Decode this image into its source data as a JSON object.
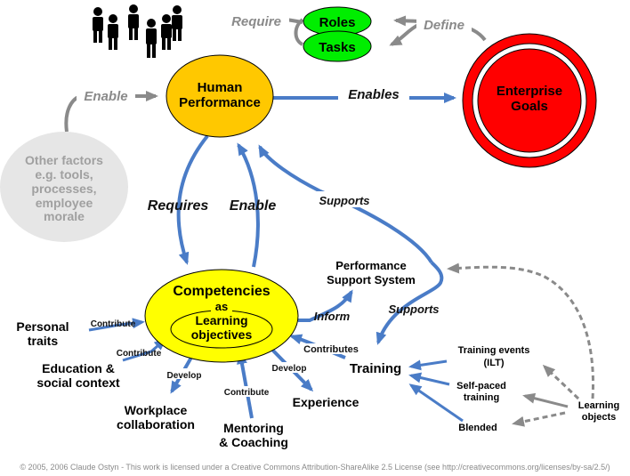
{
  "colors": {
    "blue_arrow": "#4a7cc7",
    "gray_arrow": "#8a8a8a",
    "human_performance_fill": "#ffc800",
    "competencies_fill": "#ffff00",
    "roles_tasks_fill": "#00ee00",
    "enterprise_goals_fill": "#ff0000",
    "other_factors_fill": "#e6e6e6",
    "other_factors_text": "#a0a0a0"
  },
  "nodes": {
    "human_performance": [
      "Human",
      "Performance"
    ],
    "enterprise_goals": [
      "Enterprise",
      "Goals"
    ],
    "roles": "Roles",
    "tasks": "Tasks",
    "other_factors": [
      "Other factors",
      "e.g. tools,",
      "processes,",
      "employee",
      "morale"
    ],
    "competencies": "Competencies",
    "competencies_as": "as",
    "learning_objectives": [
      "Learning",
      "objectives"
    ],
    "performance_support_system": [
      "Performance",
      "Support System"
    ],
    "training": "Training",
    "personal_traits": [
      "Personal",
      "traits"
    ],
    "education": [
      "Education &",
      "social context"
    ],
    "workplace_collaboration": [
      "Workplace",
      "collaboration"
    ],
    "mentoring": [
      "Mentoring",
      "& Coaching"
    ],
    "experience": "Experience",
    "training_events": [
      "Training events",
      "(ILT)"
    ],
    "self_paced": [
      "Self-paced",
      "training"
    ],
    "blended": "Blended",
    "learning_objects": [
      "Learning",
      "objects"
    ]
  },
  "edges": {
    "require": "Require",
    "define": "Define",
    "enable_other": "Enable",
    "enables_goals": "Enables",
    "requires": "Requires",
    "enable": "Enable",
    "supports_top": "Supports",
    "supports_bottom": "Supports",
    "inform": "Inform",
    "contributes_training": "Contributes",
    "contribute_personal": "Contribute",
    "contribute_education": "Contribute",
    "develop_workplace": "Develop",
    "contribute_mentoring": "Contribute",
    "develop_experience": "Develop"
  },
  "icons": {
    "people_group": "people-group-icon"
  },
  "footer": "© 2005, 2006 Claude Ostyn - This work is licensed under a Creative Commons Attribution-ShareAlike 2.5 License (see http://creativecommons.org/licenses/by-sa/2.5/)"
}
